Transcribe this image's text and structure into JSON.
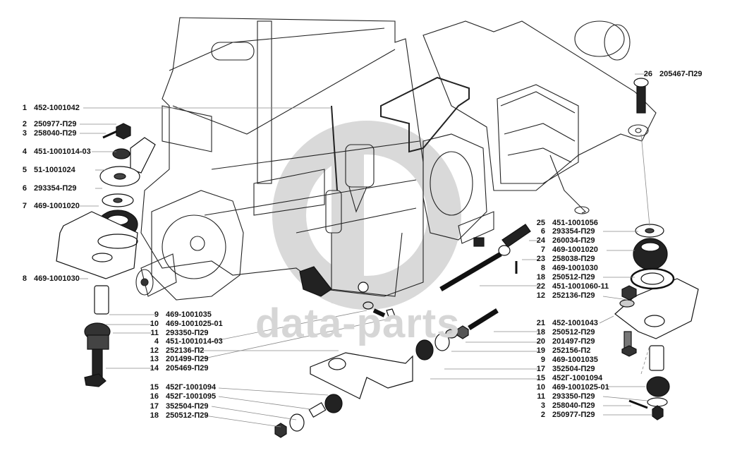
{
  "watermark": {
    "text": "data-parts"
  },
  "colors": {
    "ink": "#111111",
    "watermark": "#d6d6d6",
    "leader": "#8a8a8a"
  },
  "labels": [
    {
      "id": "L1",
      "num": "1",
      "code": "452-1001042"
    },
    {
      "id": "L2",
      "num": "2",
      "code": "250977-П29"
    },
    {
      "id": "L3",
      "num": "3",
      "code": "258040-П29"
    },
    {
      "id": "L4",
      "num": "4",
      "code": "451-1001014-03"
    },
    {
      "id": "L5",
      "num": "5",
      "code": "51-1001024"
    },
    {
      "id": "L6",
      "num": "6",
      "code": "293354-П29"
    },
    {
      "id": "L7",
      "num": "7",
      "code": "469-1001020"
    },
    {
      "id": "L8",
      "num": "8",
      "code": "469-1001030"
    },
    {
      "id": "L9",
      "num": "9",
      "code": "469-1001035"
    },
    {
      "id": "L10",
      "num": "10",
      "code": "469-1001025-01"
    },
    {
      "id": "L11",
      "num": "11",
      "code": "293350-П29"
    },
    {
      "id": "L4b",
      "num": "4",
      "code": "451-1001014-03"
    },
    {
      "id": "L12",
      "num": "12",
      "code": "252136-П2"
    },
    {
      "id": "L13",
      "num": "13",
      "code": "201499-П29"
    },
    {
      "id": "L14",
      "num": "14",
      "code": "205469-П29"
    },
    {
      "id": "L15",
      "num": "15",
      "code": "452Г-1001094"
    },
    {
      "id": "L16",
      "num": "16",
      "code": "452Г-1001095"
    },
    {
      "id": "L17",
      "num": "17",
      "code": "352504-П29"
    },
    {
      "id": "L18",
      "num": "18",
      "code": "250512-П29"
    },
    {
      "id": "L26",
      "num": "26",
      "code": "205467-П29"
    },
    {
      "id": "R25",
      "num": "25",
      "code": "451-1001056"
    },
    {
      "id": "R6",
      "num": "6",
      "code": "293354-П29"
    },
    {
      "id": "R24",
      "num": "24",
      "code": "260034-П29"
    },
    {
      "id": "R7",
      "num": "7",
      "code": "469-1001020"
    },
    {
      "id": "R23",
      "num": "23",
      "code": "258038-П29"
    },
    {
      "id": "R8",
      "num": "8",
      "code": "469-1001030"
    },
    {
      "id": "R18",
      "num": "18",
      "code": "250512-П29"
    },
    {
      "id": "R22",
      "num": "22",
      "code": "451-1001060-11"
    },
    {
      "id": "R12",
      "num": "12",
      "code": "252136-П29"
    },
    {
      "id": "R21",
      "num": "21",
      "code": "452-1001043"
    },
    {
      "id": "R18b",
      "num": "18",
      "code": "250512-П29"
    },
    {
      "id": "R20",
      "num": "20",
      "code": "201497-П29"
    },
    {
      "id": "R19",
      "num": "19",
      "code": "252156-П2"
    },
    {
      "id": "R9",
      "num": "9",
      "code": "469-1001035"
    },
    {
      "id": "R17",
      "num": "17",
      "code": "352504-П29"
    },
    {
      "id": "R15",
      "num": "15",
      "code": "452Г-1001094"
    },
    {
      "id": "R10",
      "num": "10",
      "code": "469-1001025-01"
    },
    {
      "id": "R11",
      "num": "11",
      "code": "293350-П29"
    },
    {
      "id": "R3",
      "num": "3",
      "code": "258040-П29"
    },
    {
      "id": "R2",
      "num": "2",
      "code": "250977-П29"
    }
  ]
}
